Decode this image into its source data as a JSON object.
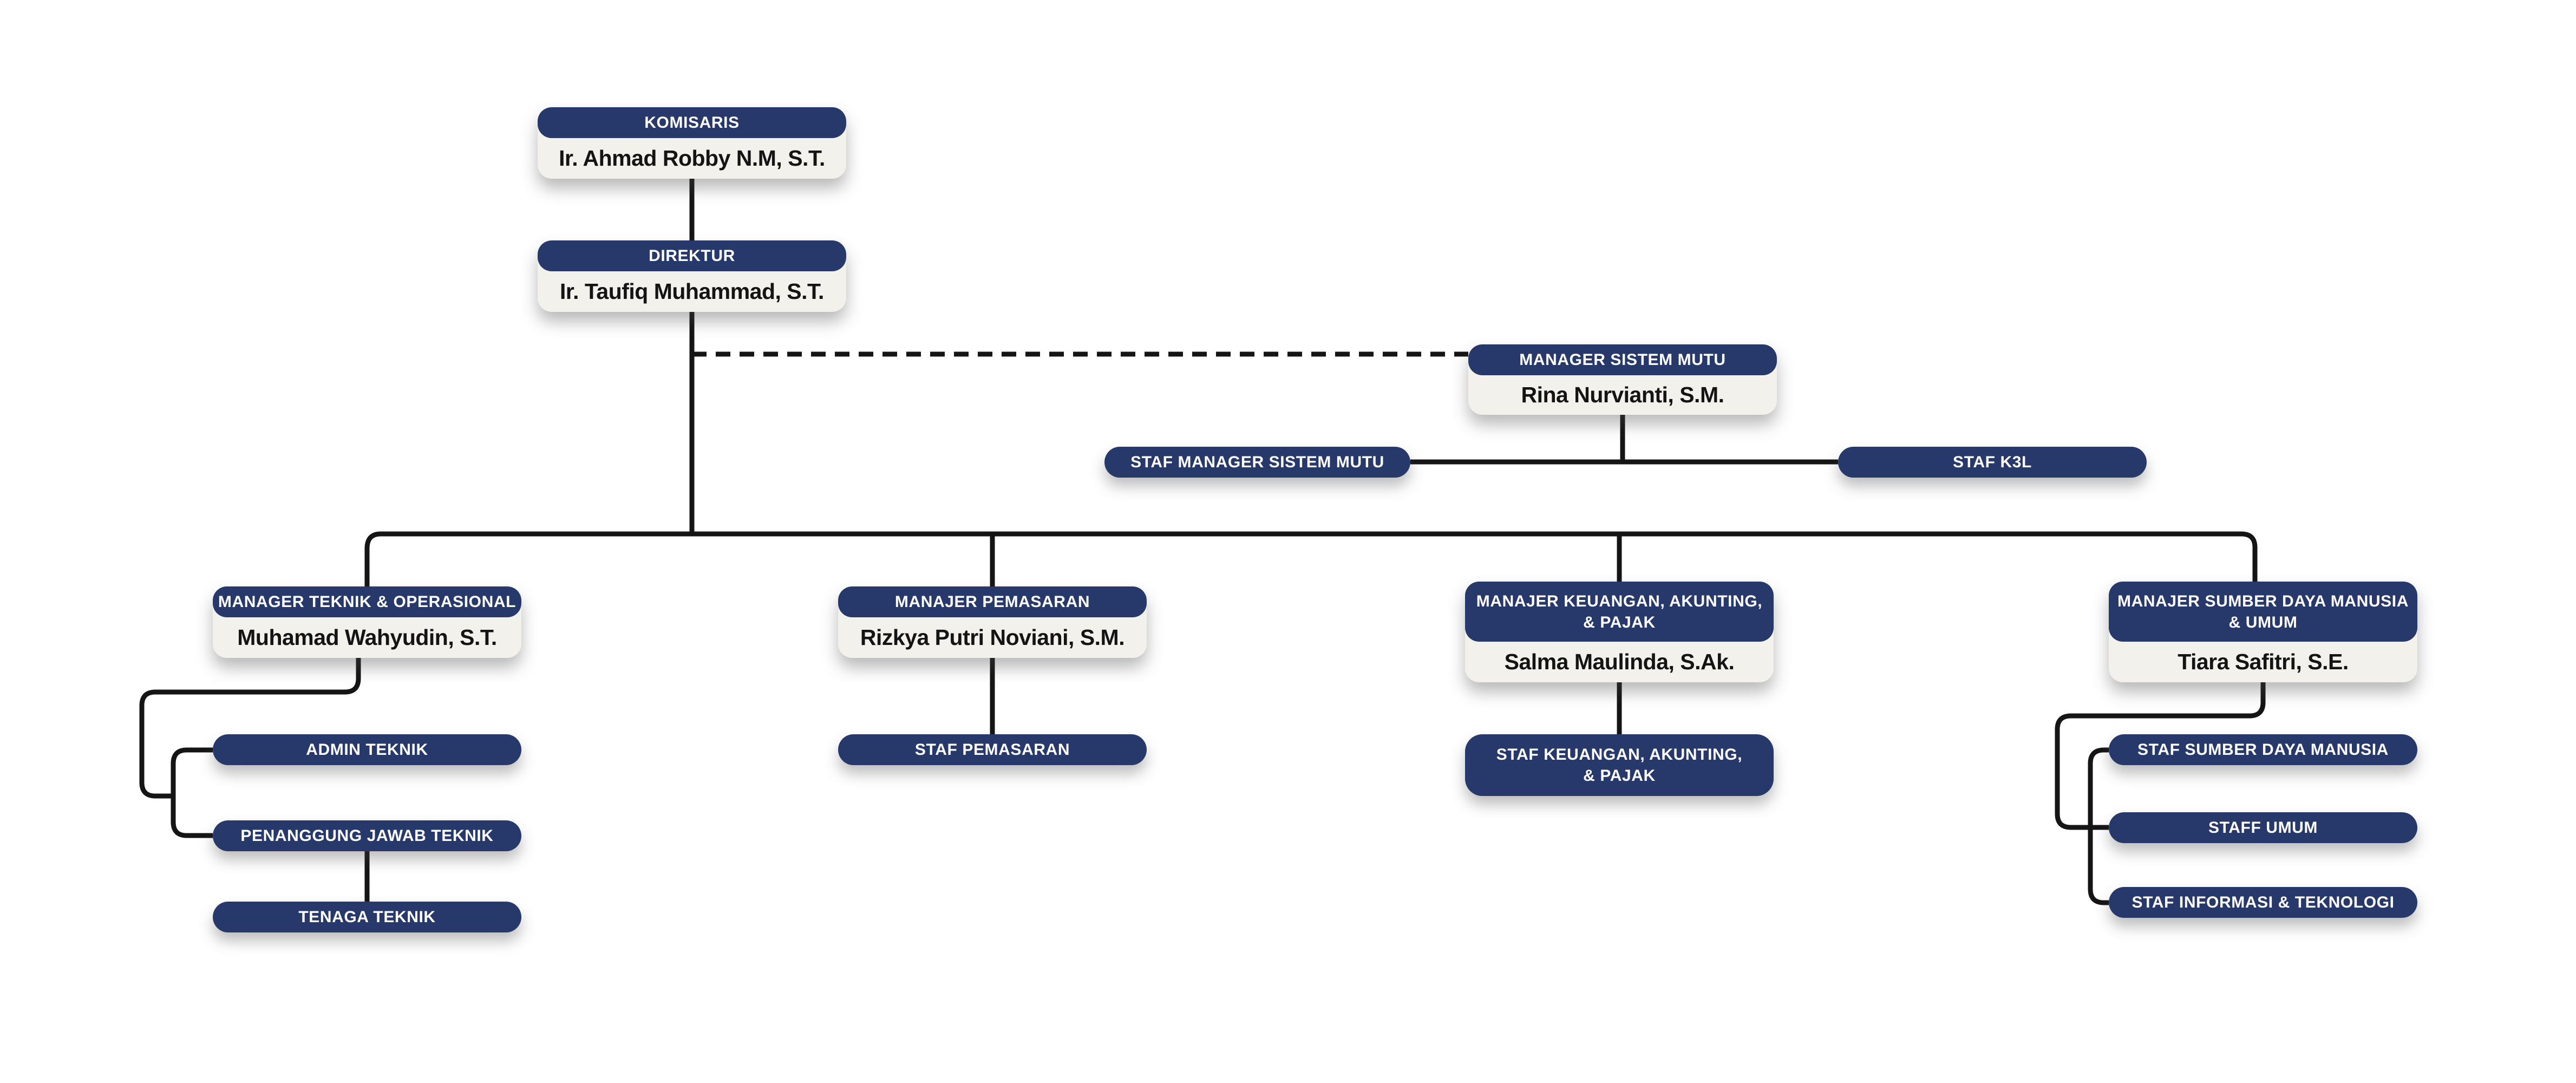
{
  "palette": {
    "navy": "#27386b",
    "node_body": "#f2f1ec",
    "line": "#151515",
    "canvas": "#ffffff",
    "header_text": "#ffffff",
    "name_text": "#141414"
  },
  "org_chart": {
    "type": "org-chart",
    "nodes": {
      "komisaris": {
        "title": "KOMISARIS",
        "name": "Ir. Ahmad Robby N.M, S.T."
      },
      "direktur": {
        "title": "DIREKTUR",
        "name": "Ir. Taufiq Muhammad, S.T."
      },
      "manager_sistem_mutu": {
        "title": "MANAGER SISTEM MUTU",
        "name": "Rina Nurvianti, S.M."
      },
      "staf_manager_sistem_mutu": {
        "title": "STAF MANAGER SISTEM MUTU"
      },
      "staf_k3l": {
        "title": "STAF K3L"
      },
      "manager_teknik_operasional": {
        "title": "MANAGER TEKNIK & OPERASIONAL",
        "name": "Muhamad Wahyudin, S.T."
      },
      "manajer_pemasaran": {
        "title": "MANAJER PEMASARAN",
        "name": "Rizkya Putri Noviani, S.M."
      },
      "manajer_keuangan": {
        "title_lines": [
          "MANAJER KEUANGAN, AKUNTING,",
          "& PAJAK"
        ],
        "name": "Salma Maulinda, S.Ak."
      },
      "manajer_sdm_umum": {
        "title_lines": [
          "MANAJER SUMBER DAYA MANUSIA",
          "& UMUM"
        ],
        "name": "Tiara Safitri, S.E."
      },
      "admin_teknik": {
        "title": "ADMIN TEKNIK"
      },
      "penanggung_jawab_teknik": {
        "title": "PENANGGUNG JAWAB TEKNIK"
      },
      "tenaga_teknik": {
        "title": "TENAGA TEKNIK"
      },
      "staf_pemasaran": {
        "title": "STAF PEMASARAN"
      },
      "staf_keuangan": {
        "title_lines": [
          "STAF KEUANGAN, AKUNTING,",
          "& PAJAK"
        ]
      },
      "staf_sdm": {
        "title": "STAF SUMBER DAYA MANUSIA"
      },
      "staff_umum": {
        "title": "STAFF UMUM"
      },
      "staf_informasi_teknologi": {
        "title": "STAF INFORMASI & TEKNOLOGI"
      }
    },
    "edges": [
      {
        "from": "komisaris",
        "to": "direktur",
        "style": "solid"
      },
      {
        "from": "direktur",
        "to": "manager_sistem_mutu",
        "style": "dashed"
      },
      {
        "from": "manager_sistem_mutu",
        "to": "staf_manager_sistem_mutu",
        "style": "solid"
      },
      {
        "from": "manager_sistem_mutu",
        "to": "staf_k3l",
        "style": "solid"
      },
      {
        "from": "direktur",
        "to": "manager_teknik_operasional",
        "style": "solid"
      },
      {
        "from": "direktur",
        "to": "manajer_pemasaran",
        "style": "solid"
      },
      {
        "from": "direktur",
        "to": "manajer_keuangan",
        "style": "solid"
      },
      {
        "from": "direktur",
        "to": "manajer_sdm_umum",
        "style": "solid"
      },
      {
        "from": "manager_teknik_operasional",
        "to": "admin_teknik",
        "style": "solid"
      },
      {
        "from": "manager_teknik_operasional",
        "to": "penanggung_jawab_teknik",
        "style": "solid"
      },
      {
        "from": "penanggung_jawab_teknik",
        "to": "tenaga_teknik",
        "style": "solid"
      },
      {
        "from": "manajer_pemasaran",
        "to": "staf_pemasaran",
        "style": "solid"
      },
      {
        "from": "manajer_keuangan",
        "to": "staf_keuangan",
        "style": "solid"
      },
      {
        "from": "manajer_sdm_umum",
        "to": "staf_sdm",
        "style": "solid"
      },
      {
        "from": "manajer_sdm_umum",
        "to": "staff_umum",
        "style": "solid"
      },
      {
        "from": "manajer_sdm_umum",
        "to": "staf_informasi_teknologi",
        "style": "solid"
      }
    ]
  }
}
